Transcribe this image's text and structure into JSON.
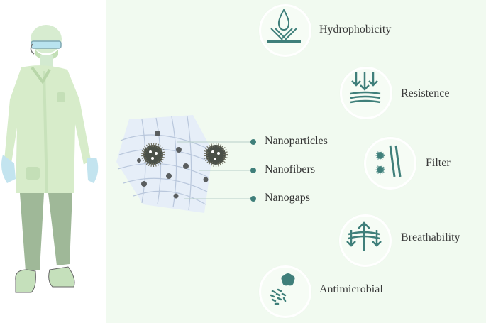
{
  "figure": {
    "person": {
      "description": "Healthcare worker in protective green lab coat, goggles, mask, blue gloves"
    },
    "mesh": {
      "labels": [
        {
          "id": "nanoparticles",
          "text": "Nanoparticles"
        },
        {
          "id": "nanofibers",
          "text": "Nanofibers"
        },
        {
          "id": "nanogaps",
          "text": "Nanogaps"
        }
      ]
    },
    "properties": [
      {
        "id": "hydrophobicity",
        "label": "Hydrophobicity",
        "icon": "water-drop-repel-icon"
      },
      {
        "id": "resistence",
        "label": "Resistence",
        "icon": "down-arrows-layers-icon"
      },
      {
        "id": "filter",
        "label": "Filter",
        "icon": "virus-filter-icon"
      },
      {
        "id": "breathability",
        "label": "Breathability",
        "icon": "air-flow-arrows-icon"
      },
      {
        "id": "antimicrobial",
        "label": "Antimicrobial",
        "icon": "microbes-icon"
      }
    ],
    "colors": {
      "accent": "#3f7f7a",
      "panel": "#f1faf0",
      "coat": "#d6ecc8",
      "pants": "#9cb594",
      "glove": "#bfe0ee"
    }
  }
}
